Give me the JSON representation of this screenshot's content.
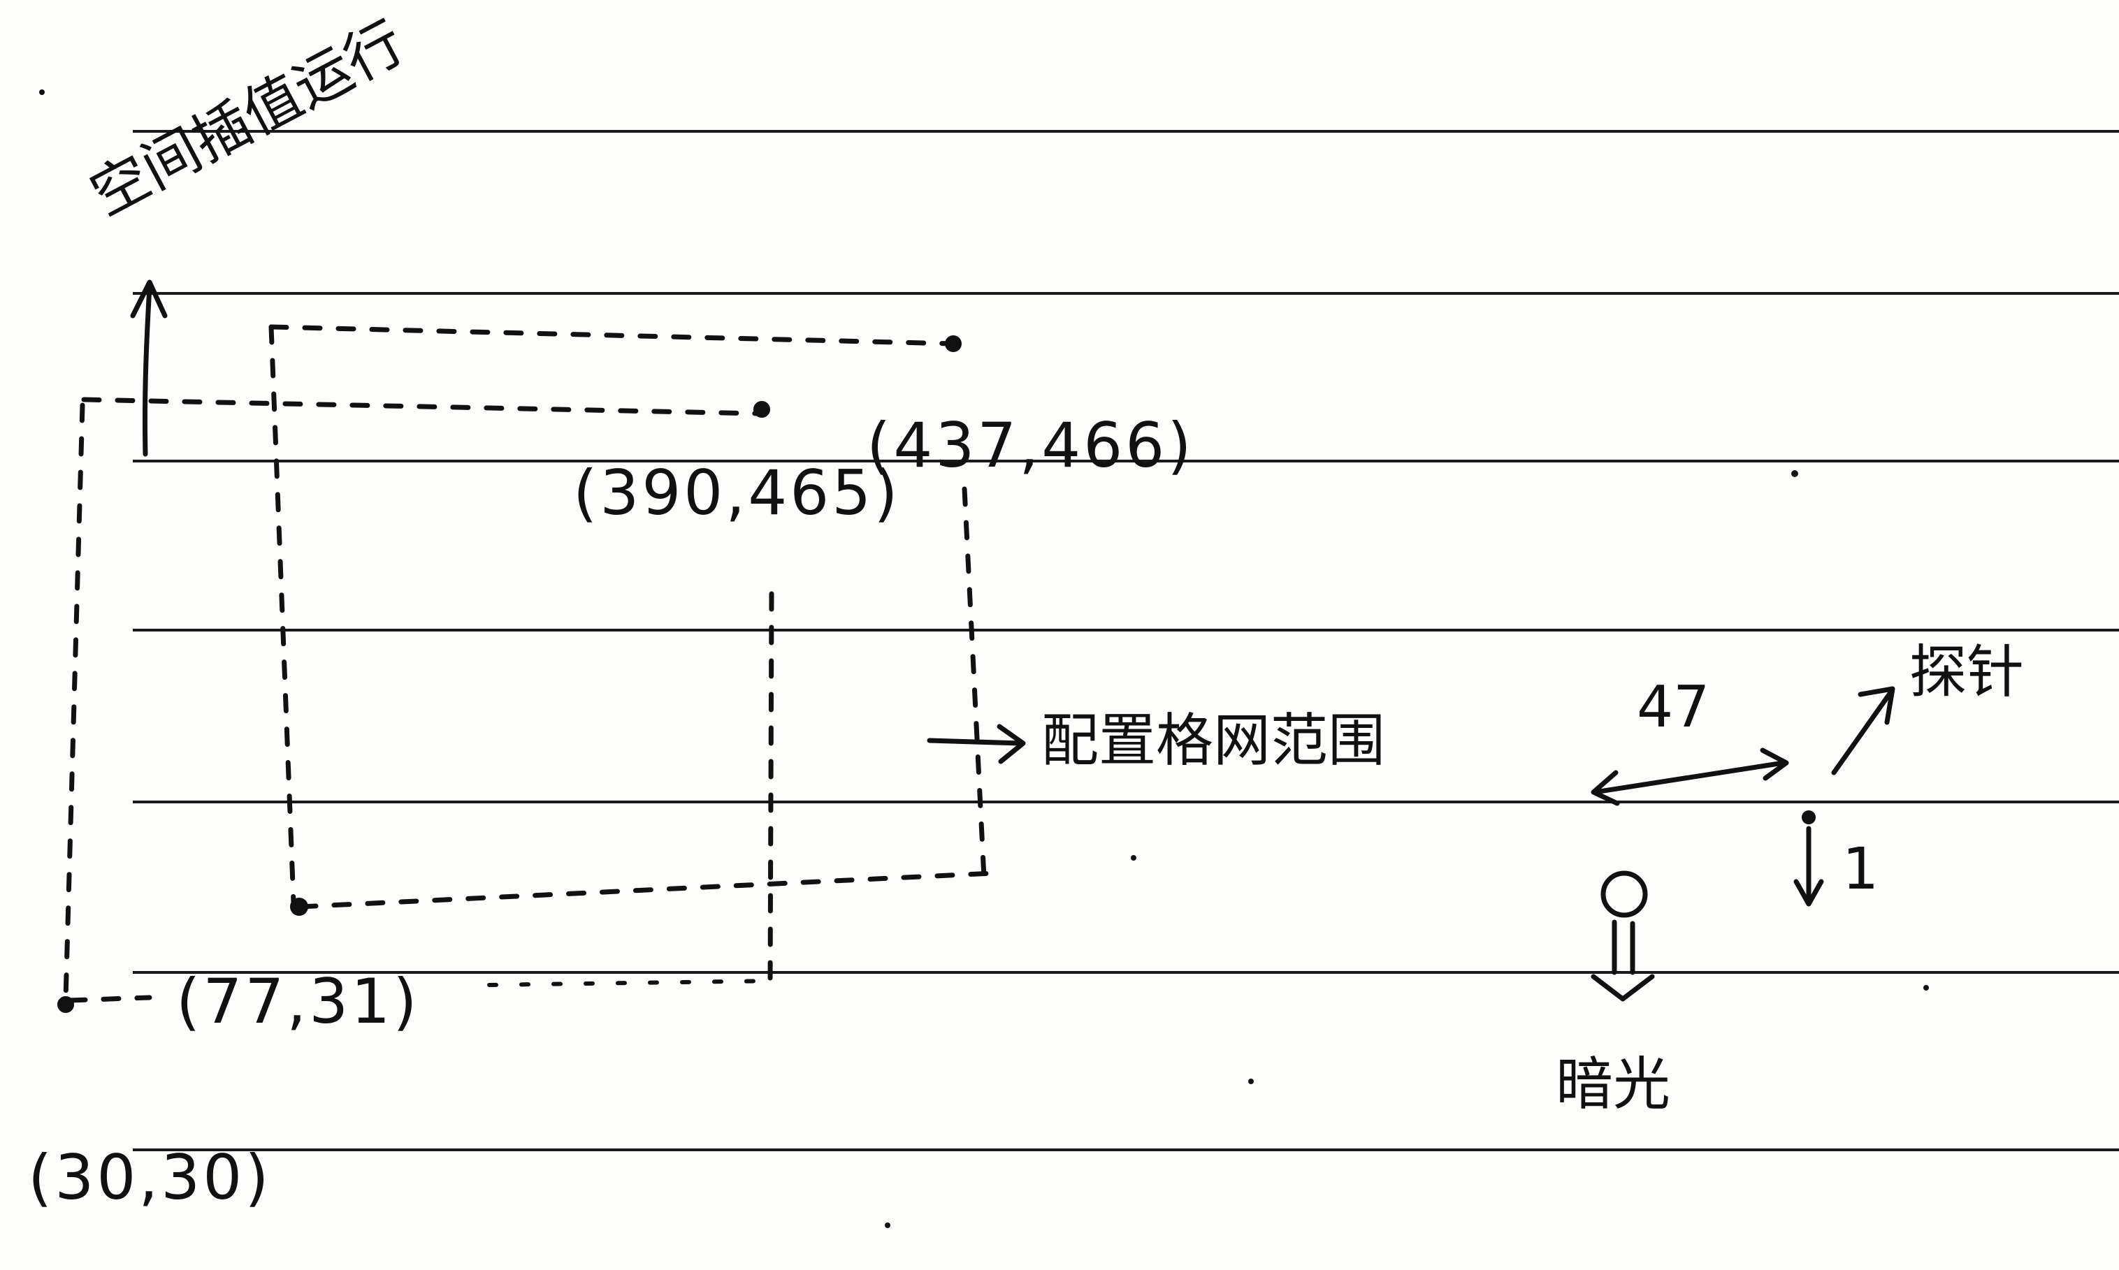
{
  "labels": {
    "title": "空间插值运行",
    "outer_top_right": "(437,466)",
    "inner_top_right": "(390,465)",
    "inner_bottom_left": "(77,31)",
    "outer_bottom_left": "(30,30)",
    "grid_range": "配置格网范围",
    "spacing": "47",
    "probe": "探针",
    "step": "1",
    "light": "暗光"
  },
  "colors": {
    "paper": "#fdfdfb",
    "ink": "#111111",
    "ruled_line": "#1a1a1a"
  }
}
